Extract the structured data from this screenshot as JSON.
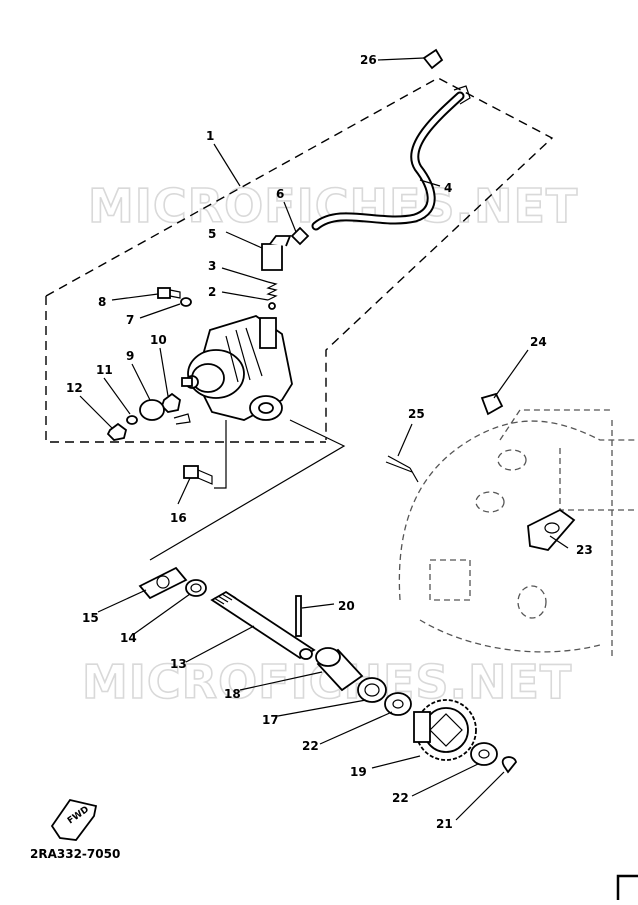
{
  "watermarks": [
    "MICROFICHES.NET",
    "MICROFICHES.NET"
  ],
  "diagram_code": "2RA332-7050",
  "fwd_label": "FWD",
  "callouts": [
    "1",
    "2",
    "3",
    "4",
    "5",
    "6",
    "7",
    "8",
    "9",
    "10",
    "11",
    "12",
    "13",
    "14",
    "15",
    "16",
    "17",
    "18",
    "19",
    "20",
    "21",
    "22",
    "22",
    "23",
    "24",
    "25",
    "26"
  ]
}
